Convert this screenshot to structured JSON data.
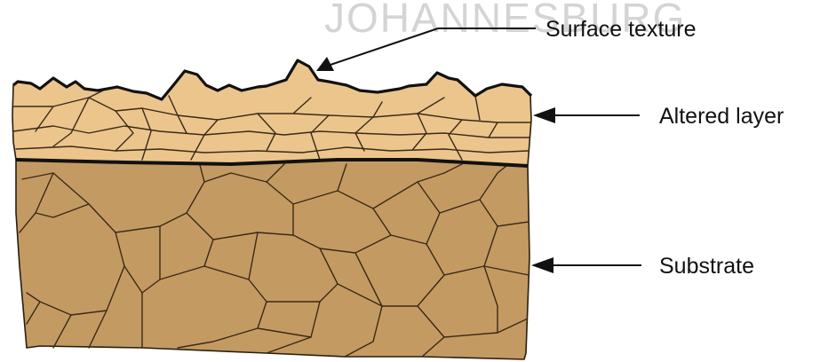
{
  "watermark": "JOHANNESBURG",
  "labels": {
    "surface_texture": "Surface texture",
    "altered_layer": "Altered layer",
    "substrate": "Substrate"
  },
  "colors": {
    "altered_layer_fill": "#ecc58d",
    "substrate_fill": "#c49a63",
    "grain_boundary": "#3a2a16"
  }
}
